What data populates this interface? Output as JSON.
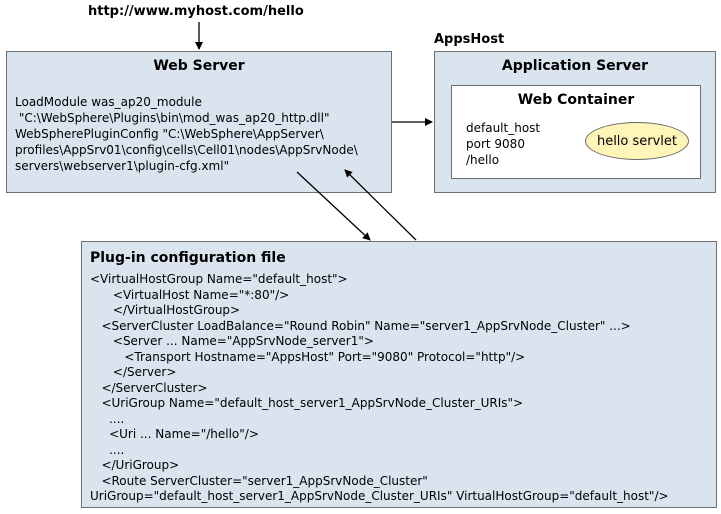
{
  "request_url": "http://www.myhost.com/hello",
  "web_server": {
    "title": "Web Server",
    "lines": [
      "LoadModule was_ap20_module",
      " \"C:\\WebSphere\\Plugins\\bin\\mod_was_ap20_http.dll\"",
      "WebSpherePluginConfig \"C:\\WebSphere\\AppServer\\",
      "profiles\\AppSrv01\\config\\cells\\Cell01\\nodes\\AppSrvNode\\",
      "servers\\webserver1\\plugin-cfg.xml\""
    ]
  },
  "apps_host": {
    "label": "AppsHost",
    "app_server_title": "Application Server",
    "web_container": {
      "title": "Web Container",
      "lines": [
        "default_host",
        "port 9080",
        "/hello"
      ],
      "servlet": "hello servlet"
    }
  },
  "plugin_config": {
    "title": "Plug-in configuration file",
    "lines": [
      "<VirtualHostGroup Name=\"default_host\">",
      "      <VirtualHost Name=\"*:80\"/>",
      "      </VirtualHostGroup>",
      "   <ServerCluster LoadBalance=\"Round Robin\" Name=\"server1_AppSrvNode_Cluster\" ...>",
      "      <Server ... Name=\"AppSrvNode_server1\">",
      "         <Transport Hostname=\"AppsHost\" Port=\"9080\" Protocol=\"http\"/>",
      "      </Server>",
      "   </ServerCluster>",
      "   <UriGroup Name=\"default_host_server1_AppSrvNode_Cluster_URIs\">",
      "     ....",
      "     <Uri ... Name=\"/hello\"/>",
      "     ....",
      "   </UriGroup>",
      "   <Route ServerCluster=\"server1_AppSrvNode_Cluster\"",
      "UriGroup=\"default_host_server1_AppSrvNode_Cluster_URIs\" VirtualHostGroup=\"default_host\"/>"
    ]
  }
}
